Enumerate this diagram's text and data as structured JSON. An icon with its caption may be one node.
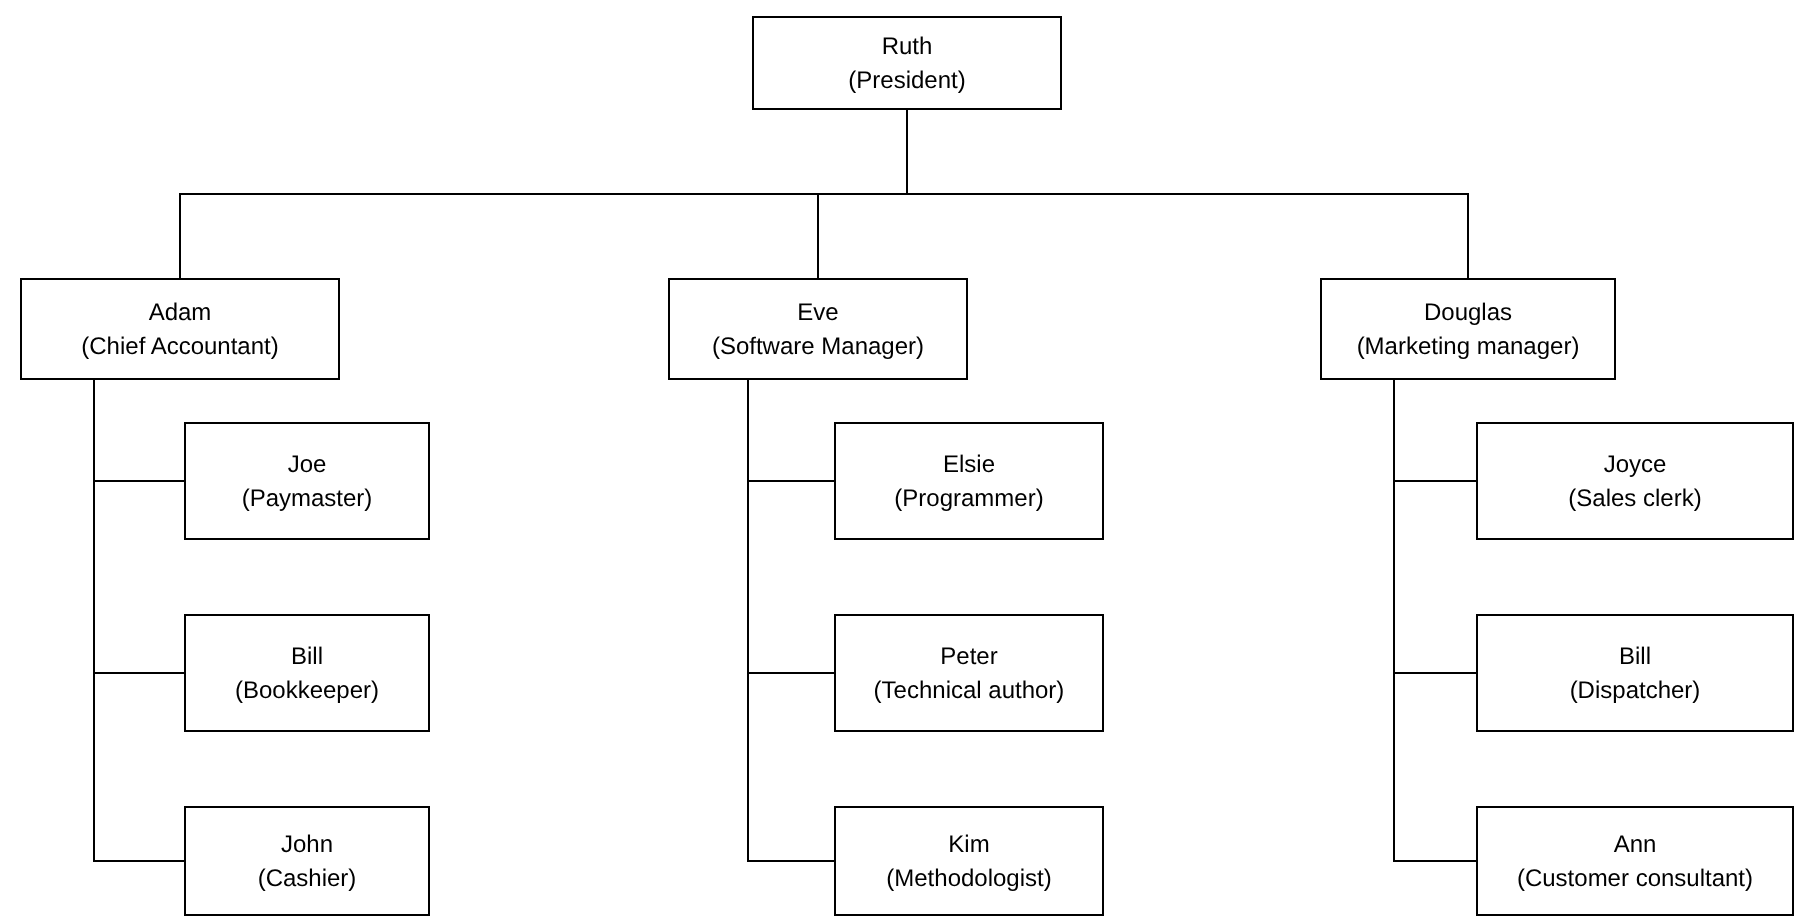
{
  "diagram": {
    "nodes": [
      {
        "text": [
          "Ruth",
          "(President)"
        ]
      },
      {
        "text": [
          "Adam",
          "(Chief Accountant)"
        ]
      },
      {
        "text": [
          "Eve",
          "(Software Manager)"
        ]
      },
      {
        "text": [
          "Douglas",
          "(Marketing manager)"
        ]
      },
      {
        "text": [
          "Joe",
          "(Paymaster)"
        ]
      },
      {
        "text": [
          "Bill",
          "(Bookkeeper)"
        ]
      },
      {
        "text": [
          "John",
          "(Cashier)"
        ]
      },
      {
        "text": [
          "Elsie",
          "(Programmer)"
        ]
      },
      {
        "text": [
          "Peter",
          "(Technical author)"
        ]
      },
      {
        "text": [
          "Kim",
          "(Methodologist)"
        ]
      },
      {
        "text": [
          "Joyce",
          "(Sales clerk)"
        ]
      },
      {
        "text": [
          "Bill",
          "(Dispatcher)"
        ]
      },
      {
        "text": [
          "Ann",
          "(Customer consultant)"
        ]
      }
    ],
    "edges": [
      {
        "from": 0,
        "to": 1,
        "arrow": "none"
      },
      {
        "from": 0,
        "to": 2,
        "arrow": "none"
      },
      {
        "from": 0,
        "to": 3,
        "arrow": "none"
      },
      {
        "from": 1,
        "to": 4,
        "arrow": "none"
      },
      {
        "from": 1,
        "to": 5,
        "arrow": "none"
      },
      {
        "from": 1,
        "to": 6,
        "arrow": "none"
      },
      {
        "from": 2,
        "to": 7,
        "arrow": "none"
      },
      {
        "from": 2,
        "to": 8,
        "arrow": "none"
      },
      {
        "from": 2,
        "to": 9,
        "arrow": "none"
      },
      {
        "from": 3,
        "to": 10,
        "arrow": "none"
      },
      {
        "from": 3,
        "to": 11,
        "arrow": "none"
      },
      {
        "from": 3,
        "to": 12,
        "arrow": "none"
      }
    ]
  }
}
